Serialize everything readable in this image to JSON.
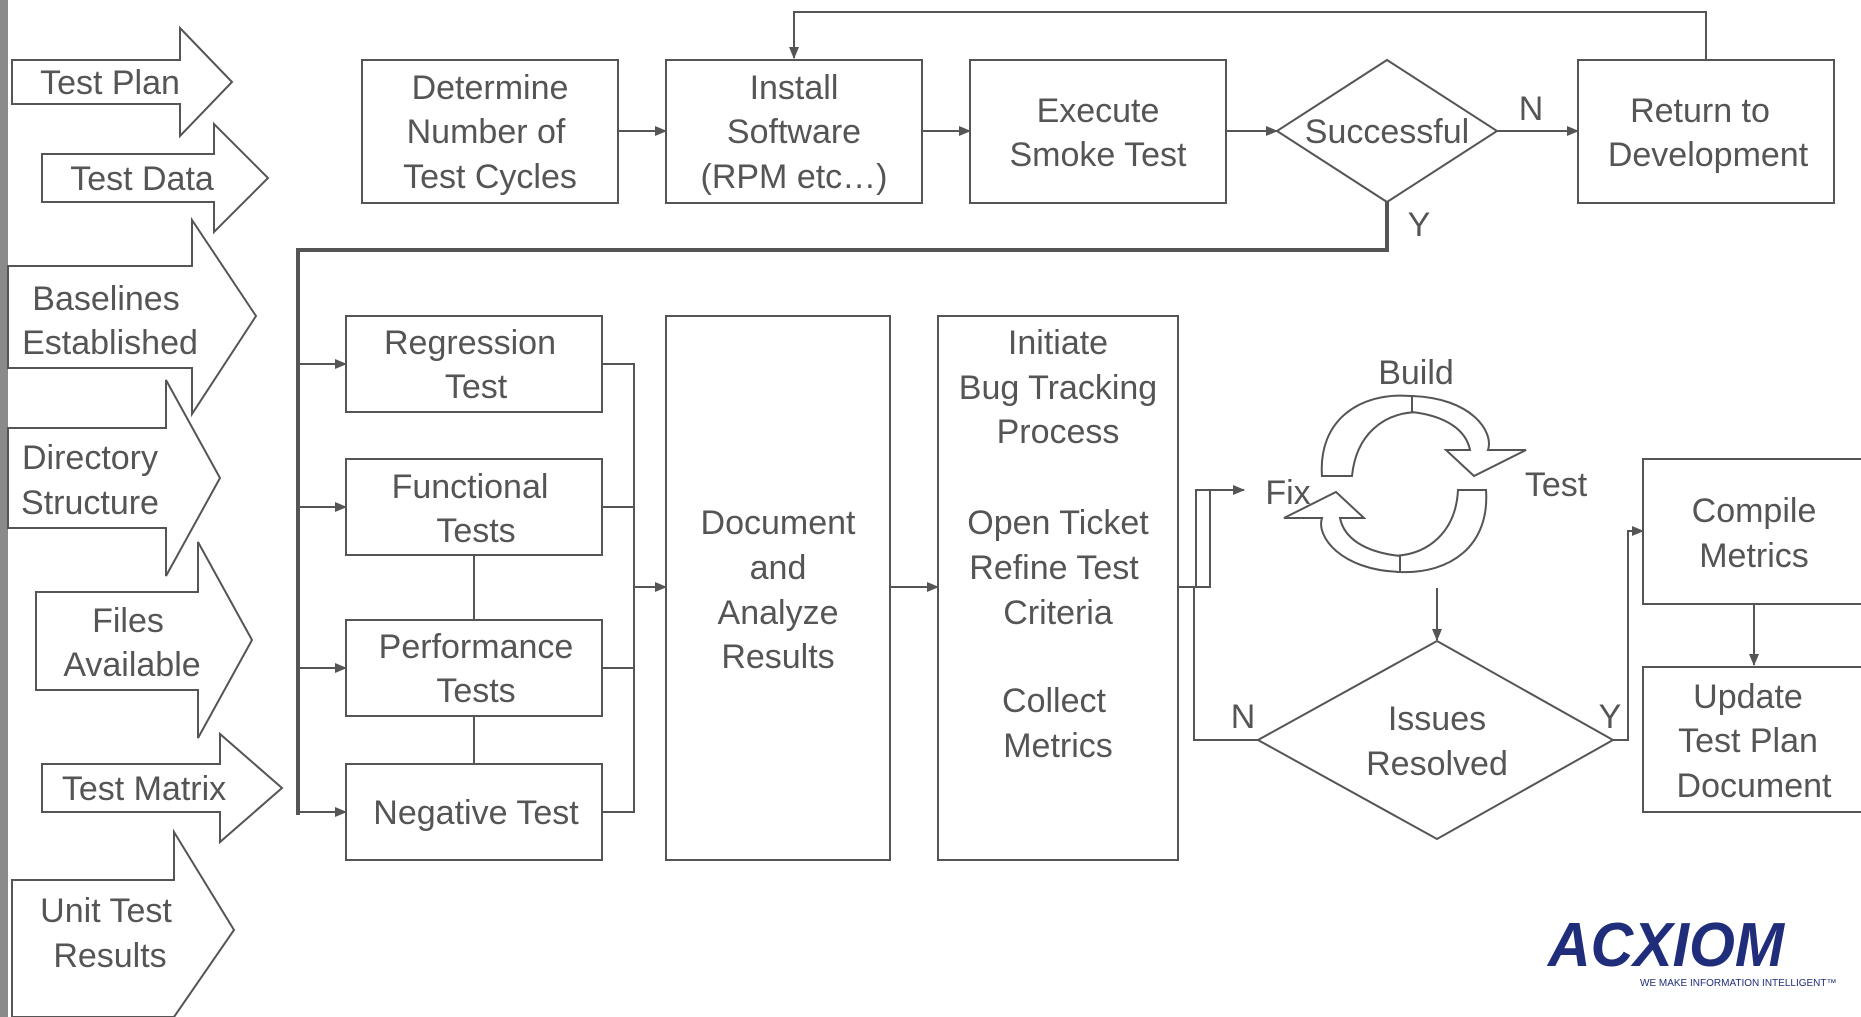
{
  "inputs": [
    {
      "id": "test-plan",
      "lines": [
        "Test Plan"
      ]
    },
    {
      "id": "test-data",
      "lines": [
        "Test Data"
      ]
    },
    {
      "id": "baselines",
      "lines": [
        "Baselines",
        "Established"
      ]
    },
    {
      "id": "directory",
      "lines": [
        "Directory",
        "Structure"
      ]
    },
    {
      "id": "files",
      "lines": [
        "Files",
        "Available"
      ]
    },
    {
      "id": "test-matrix",
      "lines": [
        "Test Matrix"
      ]
    },
    {
      "id": "unit-test",
      "lines": [
        "Unit Test",
        "Results"
      ]
    }
  ],
  "boxes": [
    {
      "id": "determine",
      "lines": [
        "Determine",
        "Number of",
        "Test Cycles"
      ]
    },
    {
      "id": "install",
      "lines": [
        "Install",
        "Software",
        "(RPM etc…)"
      ]
    },
    {
      "id": "smoke",
      "lines": [
        "Execute",
        "Smoke Test"
      ]
    },
    {
      "id": "return",
      "lines": [
        "Return to",
        "Development"
      ]
    },
    {
      "id": "regression",
      "lines": [
        "Regression",
        "Test"
      ]
    },
    {
      "id": "functional",
      "lines": [
        "Functional",
        "Tests"
      ]
    },
    {
      "id": "performance",
      "lines": [
        "Performance",
        "Tests"
      ]
    },
    {
      "id": "negative",
      "lines": [
        "Negative Test"
      ]
    },
    {
      "id": "document",
      "lines": [
        "Document",
        "and",
        "Analyze",
        "Results"
      ]
    },
    {
      "id": "bug",
      "lines": [
        "Initiate",
        "Bug Tracking",
        "Process",
        "",
        "Open Ticket",
        "Refine Test",
        "Criteria",
        "",
        "Collect",
        "Metrics"
      ]
    },
    {
      "id": "compile",
      "lines": [
        "Compile",
        "Metrics"
      ]
    },
    {
      "id": "update",
      "lines": [
        "Update",
        "Test Plan",
        "Document"
      ]
    }
  ],
  "decisions": [
    {
      "id": "successful",
      "lines": [
        "Successful"
      ]
    },
    {
      "id": "issues",
      "lines": [
        "Issues",
        "Resolved"
      ]
    }
  ],
  "edge_labels": {
    "success_no": "N",
    "success_yes": "Y",
    "issues_no": "N",
    "issues_yes": "Y"
  },
  "cycle": {
    "build": "Build",
    "test": "Test",
    "fix": "Fix"
  },
  "logo": {
    "name": "ACXIOM",
    "tagline": "WE MAKE INFORMATION INTELLIGENT™",
    "color": "#1f2d7a"
  },
  "colors": {
    "stroke": "#555555",
    "text": "#555555",
    "left_bar": "#8a8a8a"
  }
}
